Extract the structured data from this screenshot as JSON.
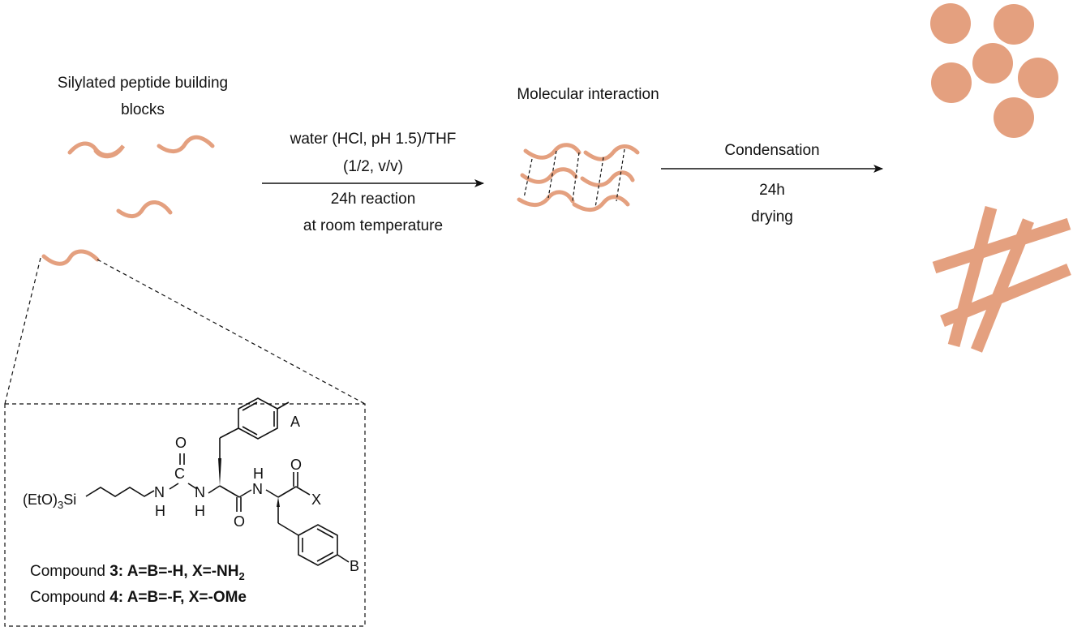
{
  "step1": {
    "title_line1": "Silylated peptide building",
    "title_line2": "blocks"
  },
  "arrow1": {
    "above_line1": "water (HCl, pH 1.5)/THF",
    "above_line2": "(1/2, v/v)",
    "below_line1": "24h reaction",
    "below_line2": "at room temperature"
  },
  "step2": {
    "title": "Molecular interaction"
  },
  "arrow2": {
    "above": "Condensation",
    "below_line1": "24h",
    "below_line2": "drying"
  },
  "structure": {
    "label_etosi": "(EtO)",
    "label_etosi_sub": "3",
    "label_si": "Si",
    "atom_o1": "O",
    "atom_c": "C",
    "atom_n1": "N",
    "atom_h1": "H",
    "atom_n2": "N",
    "atom_h2": "H",
    "atom_o2": "O",
    "atom_h3": "H",
    "atom_n3": "N",
    "atom_o3": "O",
    "atom_x": "X",
    "atom_a": "A",
    "atom_b": "B"
  },
  "compounds": [
    {
      "prefix": "Compound ",
      "number": "3:",
      "spec": " A=B=-H, X=-NH",
      "sub": "2"
    },
    {
      "prefix": "Compound ",
      "number": "4:",
      "spec": " A=B=-F, X=-OMe",
      "sub": ""
    }
  ],
  "colors": {
    "peptide": "#e4a07f",
    "line": "#111111"
  }
}
